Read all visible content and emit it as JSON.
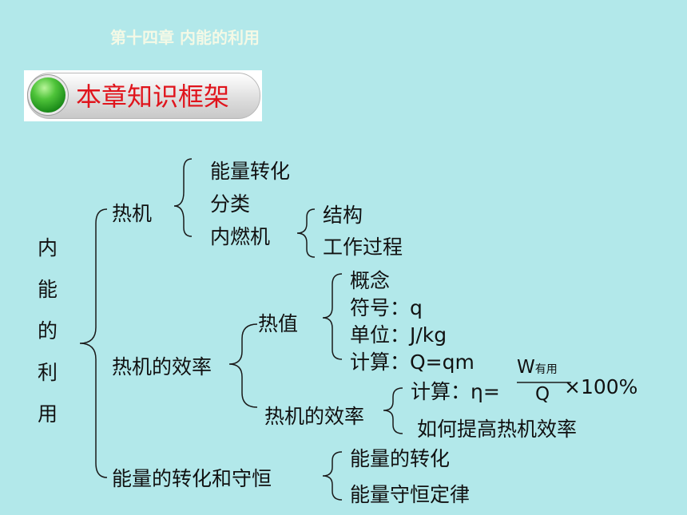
{
  "header": {
    "chapter_title": "第十四章 内能的利用"
  },
  "banner": {
    "title": "本章知识框架"
  },
  "diagram": {
    "root": [
      "内",
      "能",
      "的",
      "利",
      "用"
    ],
    "heat_engine": {
      "label": "热机",
      "items": [
        "能量转化",
        "分类",
        "内燃机"
      ],
      "ice_items": [
        "结构",
        "工作过程"
      ]
    },
    "efficiency": {
      "label": "热机的效率",
      "heat_value": {
        "label": "热值",
        "items": [
          "概念",
          "符号：q",
          "单位：J/kg",
          "计算：Q=qm"
        ]
      },
      "engine_eff": {
        "label": "热机的效率",
        "calc_prefix": "计算：η=",
        "numerator": "W",
        "numerator_sub": "有用",
        "denominator": "Q",
        "multiplier": "×100%",
        "improve": "如何提高热机效率"
      }
    },
    "conservation": {
      "label": "能量的转化和守恒",
      "items": [
        "能量的转化",
        "能量守恒定律"
      ]
    }
  }
}
